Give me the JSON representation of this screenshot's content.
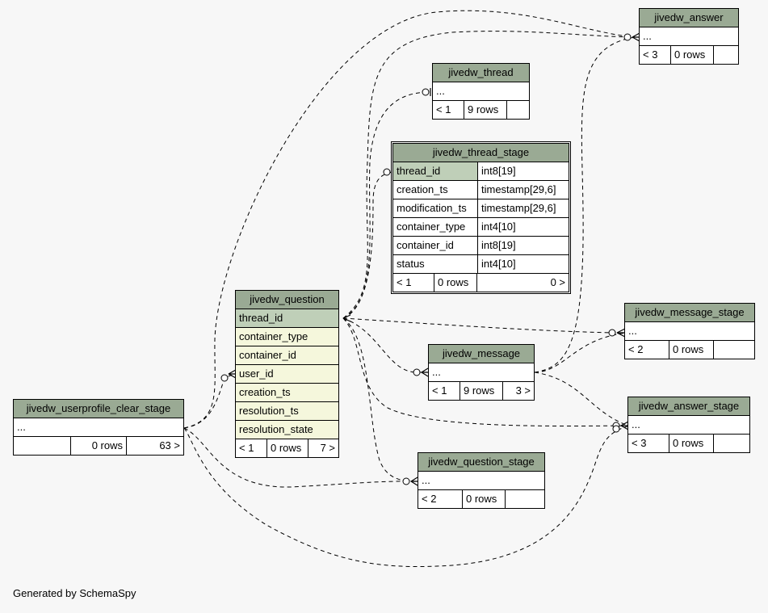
{
  "footer_note": "Generated by SchemaSpy",
  "tables": {
    "jivedw_answer": {
      "name": "jivedw_answer",
      "ellipsis": "...",
      "foot": [
        "< 3",
        "0 rows",
        ""
      ]
    },
    "jivedw_thread": {
      "name": "jivedw_thread",
      "ellipsis": "...",
      "foot": [
        "< 1",
        "9 rows",
        ""
      ]
    },
    "jivedw_thread_stage": {
      "name": "jivedw_thread_stage",
      "columns": [
        {
          "name": "thread_id",
          "type": "int8[19]"
        },
        {
          "name": "creation_ts",
          "type": "timestamp[29,6]"
        },
        {
          "name": "modification_ts",
          "type": "timestamp[29,6]"
        },
        {
          "name": "container_type",
          "type": "int4[10]"
        },
        {
          "name": "container_id",
          "type": "int8[19]"
        },
        {
          "name": "status",
          "type": "int4[10]"
        }
      ],
      "foot": [
        "< 1",
        "0 rows",
        "0 >"
      ]
    },
    "jivedw_question": {
      "name": "jivedw_question",
      "columns": [
        "thread_id",
        "container_type",
        "container_id",
        "user_id",
        "creation_ts",
        "resolution_ts",
        "resolution_state"
      ],
      "foot": [
        "< 1",
        "0 rows",
        "7 >"
      ]
    },
    "jivedw_message_stage": {
      "name": "jivedw_message_stage",
      "ellipsis": "...",
      "foot": [
        "< 2",
        "0 rows",
        ""
      ]
    },
    "jivedw_message": {
      "name": "jivedw_message",
      "ellipsis": "...",
      "foot": [
        "< 1",
        "9 rows",
        "3 >"
      ]
    },
    "jivedw_answer_stage": {
      "name": "jivedw_answer_stage",
      "ellipsis": "...",
      "foot": [
        "< 3",
        "0 rows",
        ""
      ]
    },
    "jivedw_question_stage": {
      "name": "jivedw_question_stage",
      "ellipsis": "...",
      "foot": [
        "< 2",
        "0 rows",
        ""
      ]
    },
    "jivedw_userprofile_clear_stage": {
      "name": "jivedw_userprofile_clear_stage",
      "ellipsis": "...",
      "foot": [
        "",
        "0 rows",
        "63 >"
      ]
    }
  }
}
